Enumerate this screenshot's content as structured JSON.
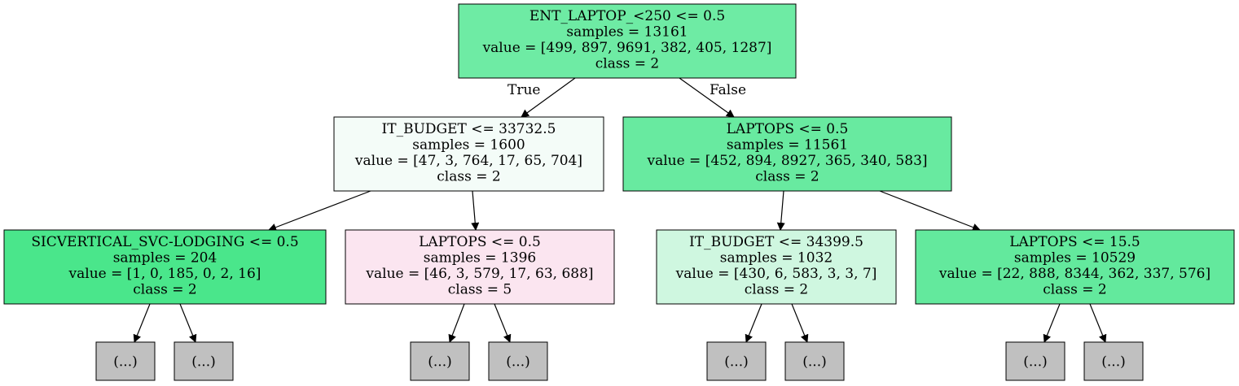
{
  "tree": {
    "nodes": [
      {
        "id": "n0",
        "fill": "#6eeba4",
        "lines": [
          "ENT_LAPTOP_<250 <= 0.5",
          "samples = 13161",
          "value = [499, 897, 9691, 382, 405, 1287]",
          "class = 2"
        ]
      },
      {
        "id": "n1",
        "fill": "#f4fcf8",
        "lines": [
          "IT_BUDGET <= 33732.5",
          "samples = 1600",
          "value = [47, 3, 764, 17, 65, 704]",
          "class = 2"
        ]
      },
      {
        "id": "n2",
        "fill": "#68eaa0",
        "lines": [
          "LAPTOPS <= 0.5",
          "samples = 11561",
          "value = [452, 894, 8927, 365, 340, 583]",
          "class = 2"
        ]
      },
      {
        "id": "n3",
        "fill": "#4ae68b",
        "lines": [
          "SICVERTICAL_SVC-LODGING <= 0.5",
          "samples = 204",
          "value = [1, 0, 185, 0, 2, 16]",
          "class = 2"
        ]
      },
      {
        "id": "n4",
        "fill": "#fbe5f0",
        "lines": [
          "LAPTOPS <= 0.5",
          "samples = 1396",
          "value = [46, 3, 579, 17, 63, 688]",
          "class = 5"
        ]
      },
      {
        "id": "n5",
        "fill": "#cff7e0",
        "lines": [
          "IT_BUDGET <= 34399.5",
          "samples = 1032",
          "value = [430, 6, 583, 3, 3, 7]",
          "class = 2"
        ]
      },
      {
        "id": "n6",
        "fill": "#63e99d",
        "lines": [
          "LAPTOPS <= 15.5",
          "samples = 10529",
          "value = [22, 888, 8344, 362, 337, 576]",
          "class = 2"
        ]
      }
    ],
    "leaves": [
      {
        "id": "l0",
        "label": "(...)"
      },
      {
        "id": "l1",
        "label": "(...)"
      },
      {
        "id": "l2",
        "label": "(...)"
      },
      {
        "id": "l3",
        "label": "(...)"
      },
      {
        "id": "l4",
        "label": "(...)"
      },
      {
        "id": "l5",
        "label": "(...)"
      },
      {
        "id": "l6",
        "label": "(...)"
      },
      {
        "id": "l7",
        "label": "(...)"
      }
    ],
    "edge_labels": {
      "true_label": "True",
      "false_label": "False"
    },
    "leaf_fill": "#c0c0c0",
    "edge_color": "#000000"
  }
}
